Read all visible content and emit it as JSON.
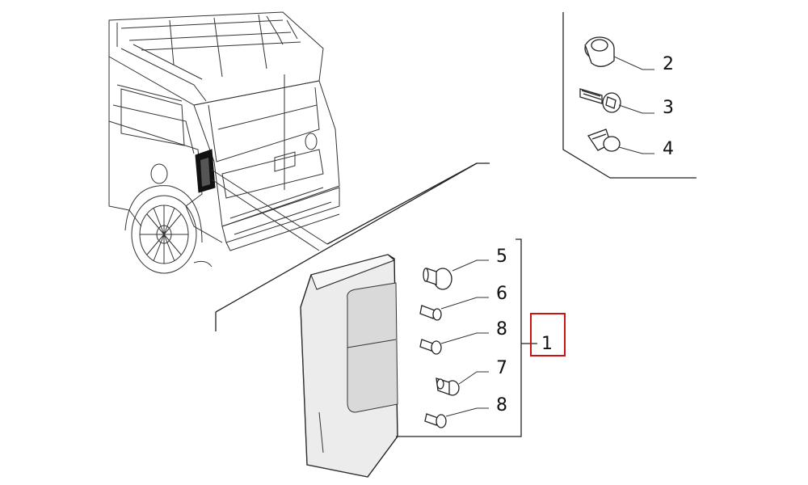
{
  "callouts": {
    "c1": "1",
    "c2": "2",
    "c3": "3",
    "c4": "4",
    "c5": "5",
    "c6": "6",
    "c7": "7",
    "c8a": "8",
    "c8b": "8"
  },
  "colors": {
    "line": "#222222",
    "highlight_box": "#cc1111",
    "lamp_fill": "#ececec",
    "lamp_shade": "#d9d9d9"
  }
}
